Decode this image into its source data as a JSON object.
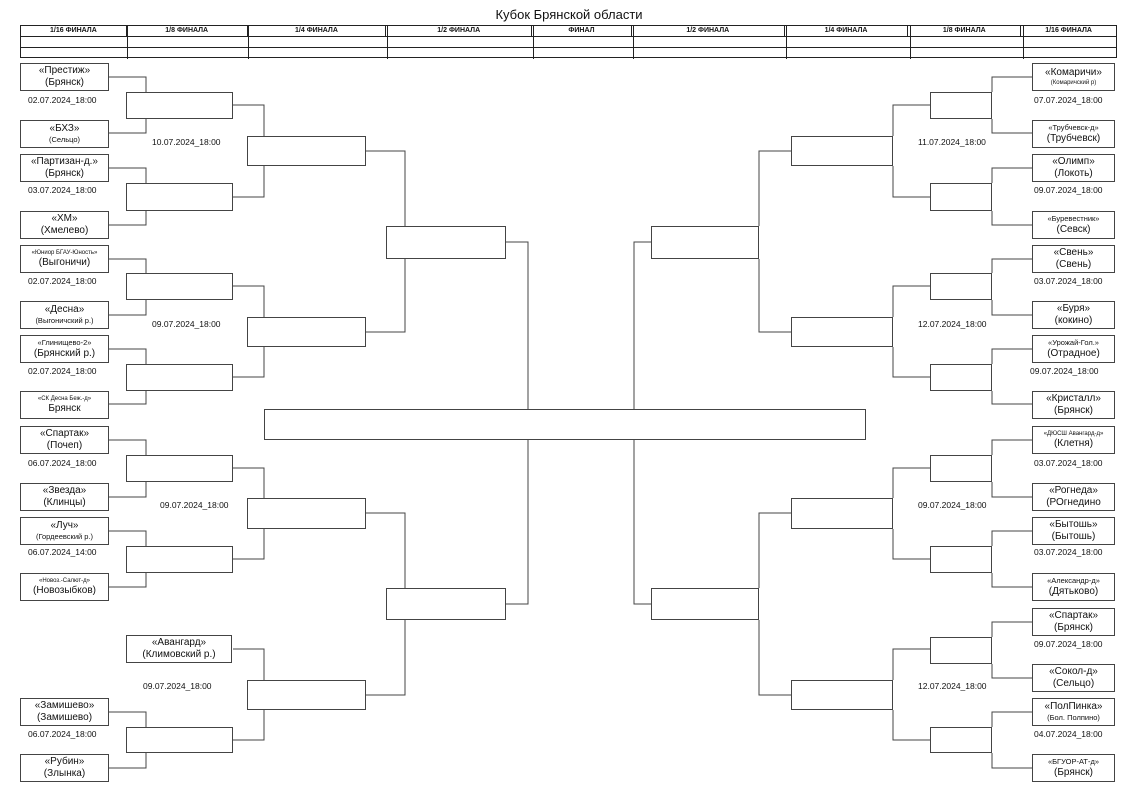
{
  "title": "Кубок Брянской области",
  "header": {
    "columns": [
      "1/16 ФИНАЛА",
      "1/8 ФИНАЛА",
      "1/4 ФИНАЛА",
      "1/2 ФИНАЛА",
      "ФИНАЛ",
      "1/2 ФИНАЛА",
      "1/4 ФИНАЛА",
      "1/8 ФИНАЛА",
      "1/16 ФИНАЛА"
    ]
  },
  "left_round16": [
    {
      "name": "«Престиж»",
      "city": "(Брянск)"
    },
    {
      "name": "«БХЗ»",
      "city": "(Сельцо)",
      "city_small": true
    },
    {
      "name": "«Партизан-д.»",
      "city": "(Брянск)"
    },
    {
      "name": "«ХМ»",
      "city": "(Хмелево)"
    },
    {
      "name": "«Юниор БГАУ-Юность»",
      "city": "(Выгоничи)",
      "name_small": true
    },
    {
      "name": "«Десна»",
      "city": "(Выгоничский р.)",
      "city_small": true
    },
    {
      "name": "«Глинищево-2»",
      "city": "(Брянский р.)",
      "name_small": true
    },
    {
      "name": "«СК Десна Беж.-д»",
      "city": "Брянск",
      "name_small": true
    },
    {
      "name": "«Спартак»",
      "city": "(Почеп)"
    },
    {
      "name": "«Звезда»",
      "city": "(Клинцы)"
    },
    {
      "name": "«Луч»",
      "city": "(Гордеевский р.)",
      "city_small": true
    },
    {
      "name": "«Новоз.-Салют-д»",
      "city": "(Новозыбков)",
      "name_small": true
    },
    {
      "name": "«Замишево»",
      "city": "(Замишево)"
    },
    {
      "name": "«Рубин»",
      "city": "(Злынка)"
    }
  ],
  "left_bye": {
    "name": "«Авангард»",
    "city": "(Климовский р.)"
  },
  "left_match_dates": [
    "02.07.2024_18:00",
    "03.07.2024_18:00",
    "02.07.2024_18:00",
    "02.07.2024_18:00",
    "06.07.2024_18:00",
    "06.07.2024_14:00",
    "06.07.2024_18:00"
  ],
  "left_r8_dates": [
    "10.07.2024_18:00",
    "09.07.2024_18:00",
    "09.07.2024_18:00",
    "09.07.2024_18:00"
  ],
  "right_round16": [
    {
      "name": "«Комаричи»",
      "city": "(Комаричский р)",
      "city_small": true
    },
    {
      "name": "«Трубчевск-д»",
      "city": "(Трубчевск)",
      "name_small": true
    },
    {
      "name": "«Олимп»",
      "city": "(Локоть)"
    },
    {
      "name": "«Буревестник»",
      "city": "(Севск)",
      "name_small": true
    },
    {
      "name": "«Свень»",
      "city": "(Свень)"
    },
    {
      "name": "«Буря»",
      "city": "(кокино)"
    },
    {
      "name": "«Урожай-Гол.»",
      "city": "(Отрадное)",
      "name_small": true
    },
    {
      "name": "«Кристалл»",
      "city": "(Брянск)"
    },
    {
      "name": "«ДЮСШ Авангард-д»",
      "city": "(Клетня)",
      "name_small": true
    },
    {
      "name": "«Рогнеда»",
      "city": "(РОгнедино"
    },
    {
      "name": "«Бытошь»",
      "city": "(Бытошь)"
    },
    {
      "name": "«Александр-д»",
      "city": "(Дятьково)",
      "name_small": true
    },
    {
      "name": "«Спартак»",
      "city": "(Брянск)"
    },
    {
      "name": "«Сокол-д»",
      "city": "(Сельцо)"
    },
    {
      "name": "«ПолПинка»",
      "city": "(Бол. Полпино)",
      "city_small": true
    },
    {
      "name": "«БГУОР-АТ-д»",
      "city": "(Брянск)",
      "name_small": true
    }
  ],
  "right_match_dates": [
    "07.07.2024_18:00",
    "09.07.2024_18:00",
    "03.07.2024_18:00",
    "09.07.2024_18:00",
    "03.07.2024_18:00",
    "03.07.2024_18:00",
    "09.07.2024_18:00",
    "04.07.2024_18:00"
  ],
  "right_r8_dates": [
    "11.07.2024_18:00",
    "12.07.2024_18:00",
    "09.07.2024_18:00",
    "12.07.2024_18:00"
  ]
}
